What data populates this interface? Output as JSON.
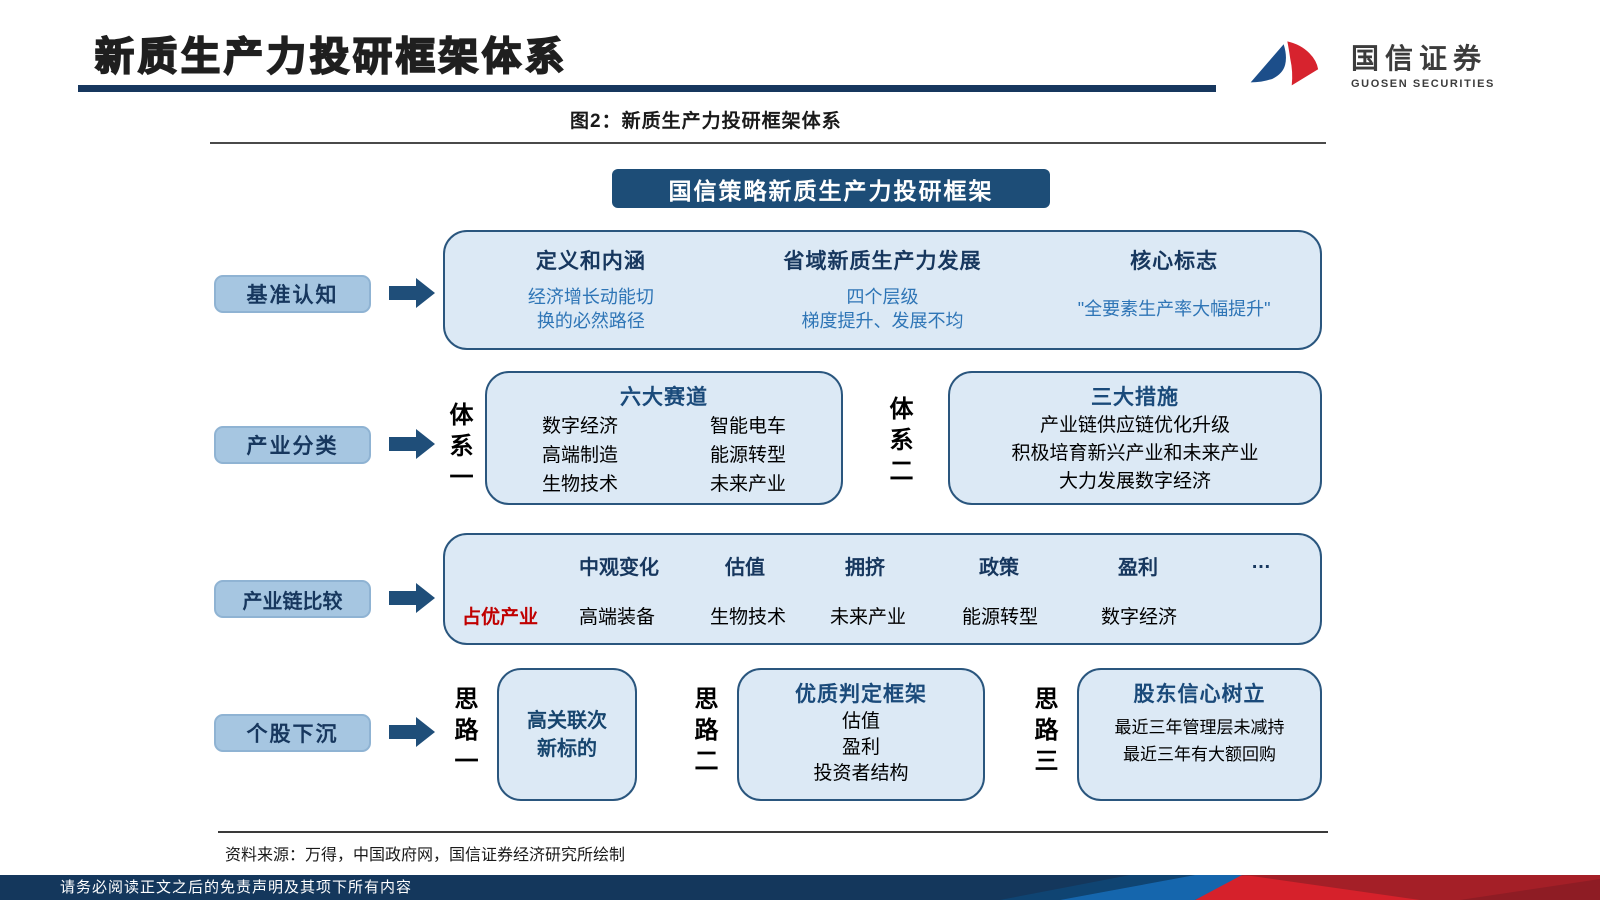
{
  "header": {
    "title": "新质生产力投研框架体系",
    "logo": {
      "cn": "国信证券",
      "en": "GUOSEN SECURITIES"
    }
  },
  "figure": {
    "caption": "图2：新质生产力投研框架体系",
    "top_box": "国信策略新质生产力投研框架"
  },
  "row1": {
    "label": "基准认知",
    "cols": [
      {
        "title": "定义和内涵",
        "lines": [
          "经济增长动能切",
          "换的必然路径"
        ]
      },
      {
        "title": "省域新质生产力发展",
        "lines": [
          "四个层级",
          "梯度提升、发展不均"
        ]
      },
      {
        "title": "核心标志",
        "lines": [
          "\"全要素生产率大幅提升\""
        ]
      }
    ]
  },
  "row2": {
    "label": "产业分类",
    "system1": "体系一",
    "box1": {
      "title": "六大赛道",
      "col_left": [
        "数字经济",
        "高端制造",
        "生物技术"
      ],
      "col_right": [
        "智能电车",
        "能源转型",
        "未来产业"
      ]
    },
    "system2": "体系二",
    "box2": {
      "title": "三大措施",
      "lines": [
        "产业链供应链优化升级",
        "积极培育新兴产业和未来产业",
        "大力发展数字经济"
      ]
    }
  },
  "row3": {
    "label": "产业链比较",
    "headers": [
      "中观变化",
      "估值",
      "拥挤",
      "政策",
      "盈利",
      "…"
    ],
    "row_label": "占优产业",
    "values": [
      "高端装备",
      "生物技术",
      "未来产业",
      "能源转型",
      "数字经济"
    ]
  },
  "row4": {
    "label": "个股下沉",
    "path1": {
      "v": "思路一",
      "lines": [
        "高关联次",
        "新标的"
      ]
    },
    "path2": {
      "v": "思路二",
      "title": "优质判定框架",
      "items": [
        "估值",
        "盈利",
        "投资者结构"
      ]
    },
    "path3": {
      "v": "思路三",
      "title": "股东信心树立",
      "items": [
        "最近三年管理层未减持",
        "最近三年有大额回购"
      ]
    }
  },
  "footer": {
    "source": "资料来源：万得，中国政府网，国信证券经济研究所绘制",
    "disclaimer": "请务必阅读正文之后的免责声明及其项下所有内容"
  },
  "icons": {
    "arrow": "arrow-right-icon",
    "logo": "guosen-logo-icon"
  },
  "colors": {
    "navy": "#17375E",
    "header_box": "#1D4D77",
    "label_fill": "#A6C6E1",
    "label_border": "#8FB3D3",
    "box_fill": "#DCE9F5",
    "box_border": "#2A567E",
    "sub_blue": "#2E75B6",
    "accent_red": "#C00000",
    "logo_blue": "#1C4E8A",
    "logo_red": "#D7232E",
    "footer_bar": "#14375C",
    "deco_blue": "#1566AD",
    "deco_red_bright": "#D6212B",
    "deco_red_dark": "#A41F27"
  }
}
